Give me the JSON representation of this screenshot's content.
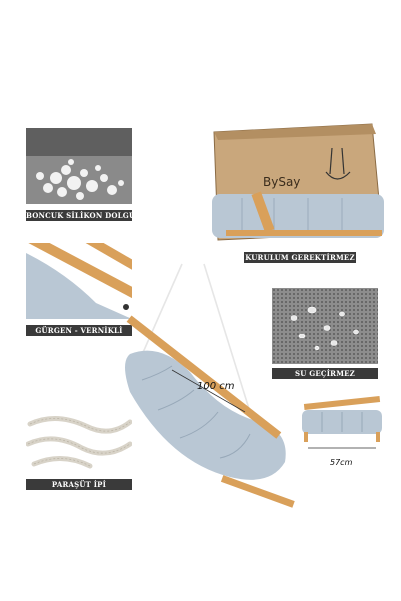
{
  "labels": {
    "filling": "BONCUK SİLİKON DOLGU",
    "assembly": "KURULUM GEREKTİRMEZ",
    "wood": "GÜRGEN - VERNİKLİ",
    "waterproof": "SU GEÇİRMEZ",
    "rope": "PARAŞÜT İPİ"
  },
  "box": {
    "brand": "BySay"
  },
  "dimensions": {
    "height": "100 cm",
    "width": "57cm"
  },
  "colors": {
    "cushion": "#b9c7d4",
    "wood": "#d9a05a",
    "label_bg": "#3a3a3a",
    "box": "#c9a77c"
  }
}
